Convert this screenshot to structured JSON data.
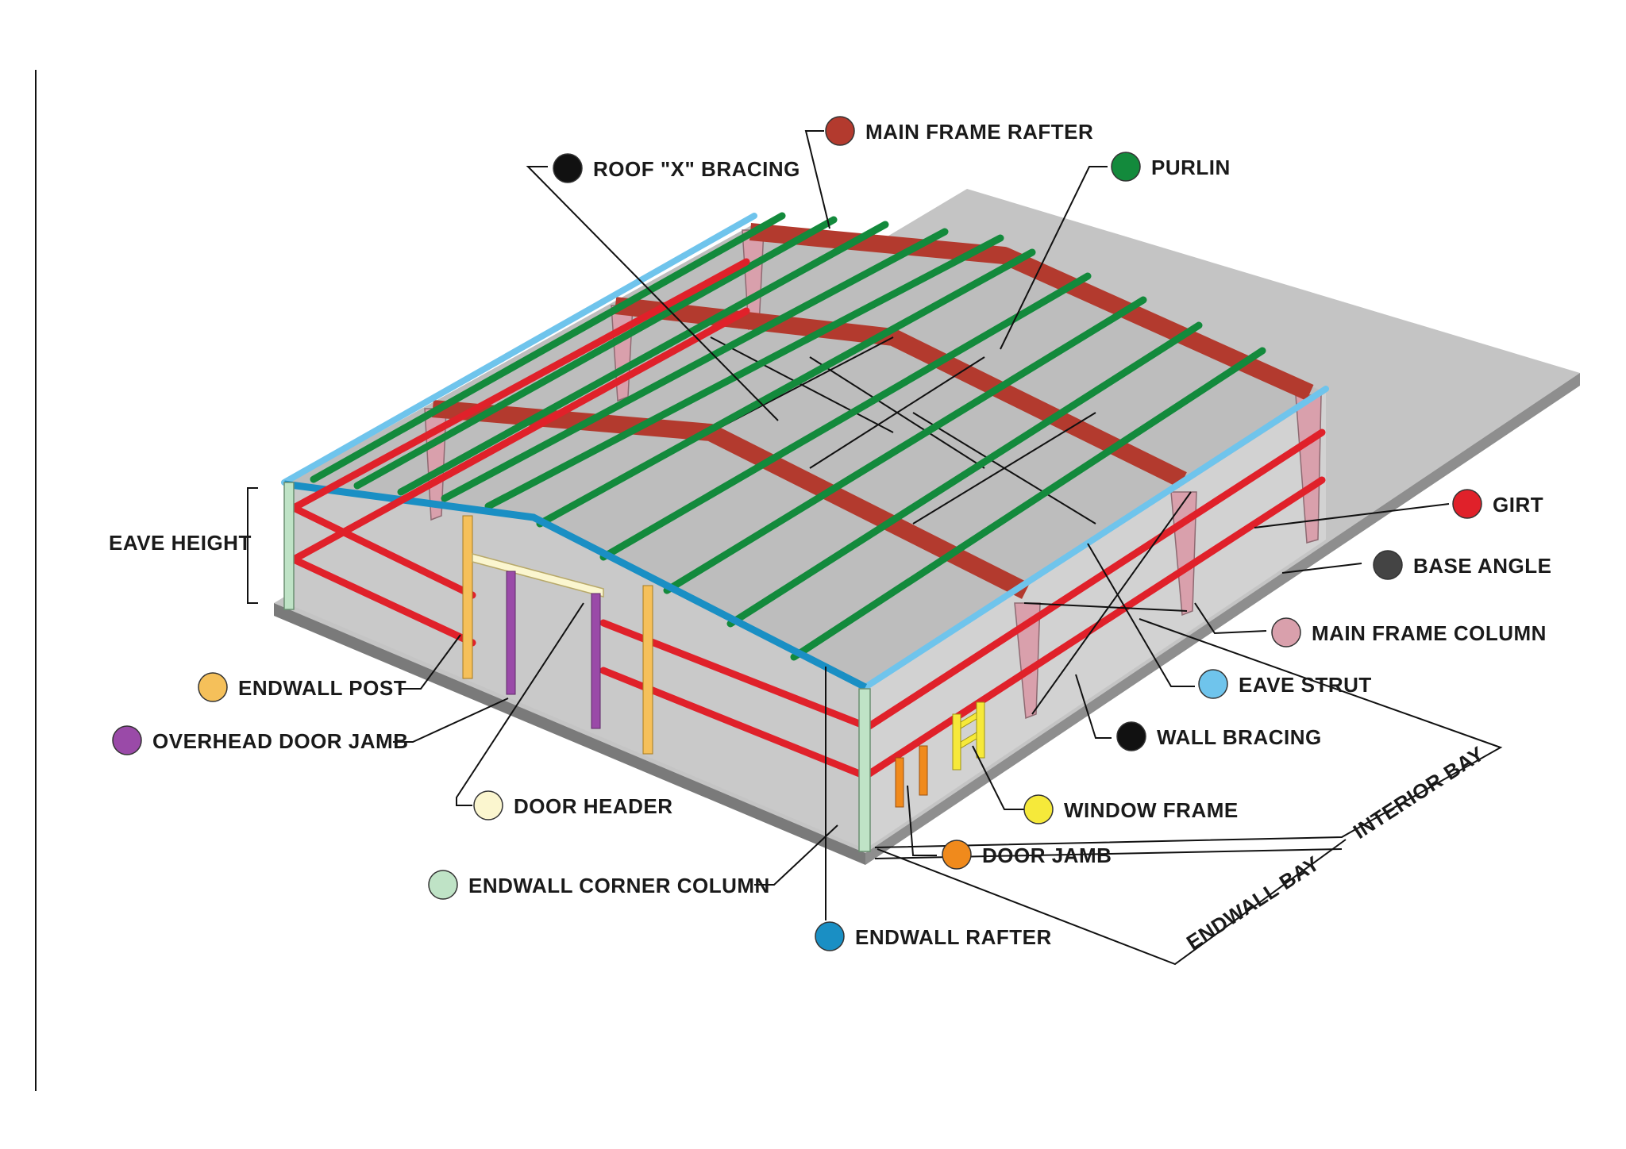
{
  "labels": {
    "main_frame_rafter": "MAIN FRAME RAFTER",
    "roof_x_bracing": "ROOF \"X\" BRACING",
    "purlin": "PURLIN",
    "girt": "GIRT",
    "base_angle": "BASE ANGLE",
    "main_frame_column": "MAIN FRAME COLUMN",
    "eave_strut": "EAVE STRUT",
    "wall_bracing": "WALL BRACING",
    "window_frame": "WINDOW FRAME",
    "door_jamb": "DOOR JAMB",
    "endwall_rafter": "ENDWALL RAFTER",
    "endwall_corner_column": "ENDWALL CORNER COLUMN",
    "door_header": "DOOR HEADER",
    "overhead_door_jamb": "OVERHEAD DOOR JAMB",
    "endwall_post": "ENDWALL POST",
    "eave_height": "EAVE HEIGHT",
    "interior_bay": "INTERIOR BAY",
    "endwall_bay": "ENDWALL BAY"
  },
  "colors": {
    "main_frame_rafter": "#b33a2e",
    "roof_x_bracing": "#111111",
    "purlin": "#138a3c",
    "girt": "#e0212a",
    "base_angle": "#444444",
    "main_frame_column": "#d9a0ac",
    "eave_strut": "#6fc4ec",
    "wall_bracing": "#111111",
    "window_frame": "#f6e93a",
    "door_jamb": "#f08a1c",
    "endwall_rafter": "#1a8fc4",
    "endwall_corner_column": "#bfe3c6",
    "door_header": "#fbf6cf",
    "overhead_door_jamb": "#9a4aa8",
    "endwall_post": "#f5c05a"
  }
}
